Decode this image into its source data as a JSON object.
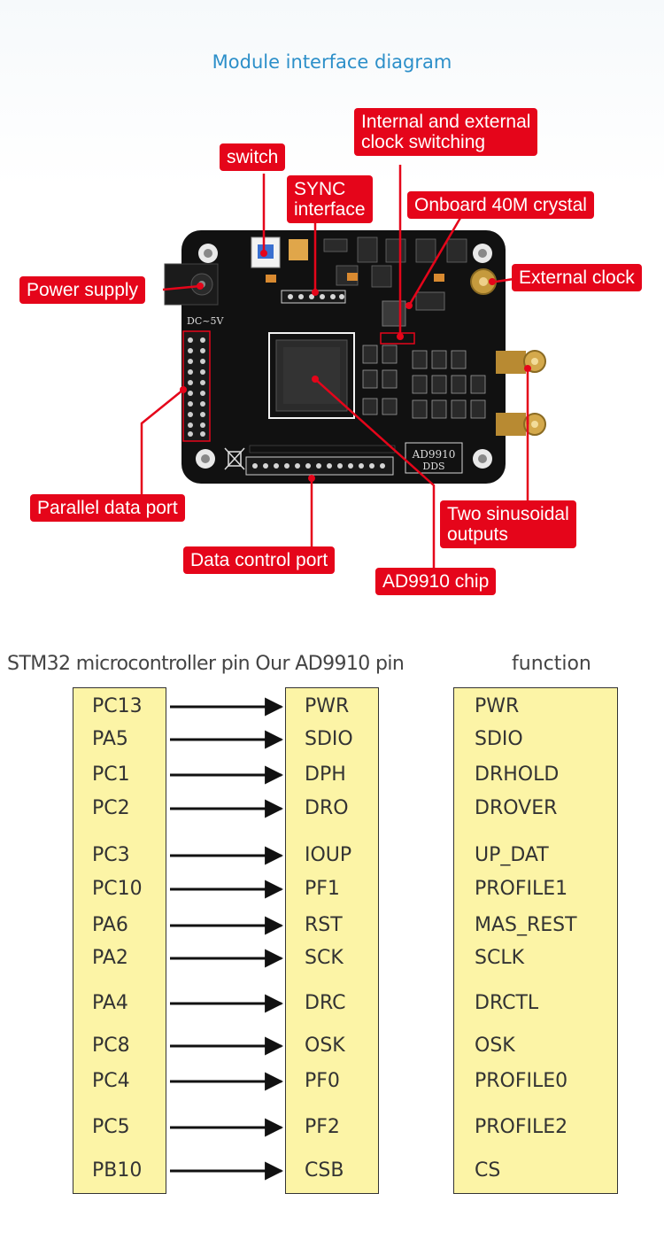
{
  "title": "Module interface diagram",
  "board": {
    "dc_label": "DC~5V",
    "chip_label": "AD9910",
    "chip_sub": "DDS"
  },
  "callouts": [
    {
      "id": "switch",
      "lines": [
        "switch"
      ]
    },
    {
      "id": "clock-switching",
      "lines": [
        "Internal and external",
        "clock switching"
      ]
    },
    {
      "id": "sync",
      "lines": [
        "SYNC",
        "interface"
      ]
    },
    {
      "id": "crystal",
      "lines": [
        "Onboard 40M crystal"
      ]
    },
    {
      "id": "power",
      "lines": [
        "Power supply"
      ]
    },
    {
      "id": "ext-clock",
      "lines": [
        "External clock"
      ]
    },
    {
      "id": "parallel",
      "lines": [
        "Parallel data port"
      ]
    },
    {
      "id": "sinusoidal",
      "lines": [
        "Two sinusoidal",
        "outputs"
      ]
    },
    {
      "id": "data-control",
      "lines": [
        "Data control port"
      ]
    },
    {
      "id": "chip",
      "lines": [
        "AD9910 chip"
      ]
    }
  ],
  "table": {
    "header_mcu_ad": "STM32 microcontroller pin Our AD9910 pin",
    "header_function": "function",
    "rows": [
      {
        "mcu": "PC13",
        "ad": "PWR",
        "function": "PWR"
      },
      {
        "mcu": "PA5",
        "ad": "SDIO",
        "function": "SDIO"
      },
      {
        "mcu": "PC1",
        "ad": "DPH",
        "function": "DRHOLD"
      },
      {
        "mcu": "PC2",
        "ad": "DRO",
        "function": "DROVER"
      },
      {
        "mcu": "PC3",
        "ad": "IOUP",
        "function": "UP_DAT"
      },
      {
        "mcu": "PC10",
        "ad": "PF1",
        "function": "PROFILE1"
      },
      {
        "mcu": "PA6",
        "ad": "RST",
        "function": "MAS_REST"
      },
      {
        "mcu": "PA2",
        "ad": "SCK",
        "function": "SCLK"
      },
      {
        "mcu": "PA4",
        "ad": "DRC",
        "function": "DRCTL"
      },
      {
        "mcu": "PC8",
        "ad": "OSK",
        "function": "OSK"
      },
      {
        "mcu": "PC4",
        "ad": "PF0",
        "function": "PROFILE0"
      },
      {
        "mcu": "PC5",
        "ad": "PF2",
        "function": "PROFILE2"
      },
      {
        "mcu": "PB10",
        "ad": "CSB",
        "function": "CS"
      }
    ]
  },
  "colors": {
    "title": "#2c8fc9",
    "callout": "#e5051a",
    "board": "#111111",
    "pin_box": "#fcf4a6",
    "text": "#333333"
  }
}
